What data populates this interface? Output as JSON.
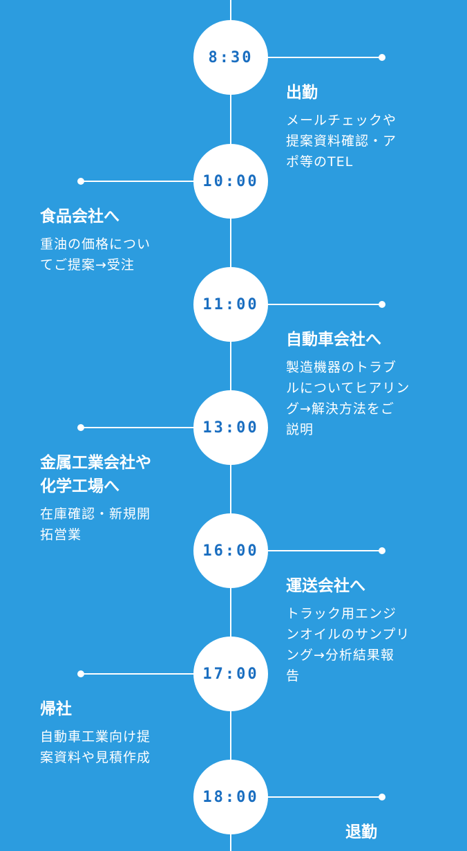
{
  "events": [
    {
      "time": "8:30",
      "title": "出勤",
      "desc": "メールチェックや\n提案資料確認・ア\nポ等のTEL",
      "side": "right"
    },
    {
      "time": "10:00",
      "title": "食品会社へ",
      "desc": "重油の価格につい\nてご提案→受注",
      "side": "left"
    },
    {
      "time": "11:00",
      "title": "自動車会社へ",
      "desc": "製造機器のトラブ\nルについてヒアリン\nグ→解決方法をご\n説明",
      "side": "right"
    },
    {
      "time": "13:00",
      "title": "金属工業会社や\n化学工場へ",
      "desc": "在庫確認・新規開\n拓営業",
      "side": "left"
    },
    {
      "time": "16:00",
      "title": "運送会社へ",
      "desc": "トラック用エンジ\nンオイルのサンプリ\nング→分析結果報\n告",
      "side": "right"
    },
    {
      "time": "17:00",
      "title": "帰社",
      "desc": "自動車工業向け提\n案資料や見積作成",
      "side": "left"
    },
    {
      "time": "18:00",
      "title": "退勤",
      "desc": "",
      "side": "right"
    }
  ],
  "colors": {
    "background": "#2c9cdf",
    "accent": "#1a6ec0",
    "line": "#ffffff"
  }
}
